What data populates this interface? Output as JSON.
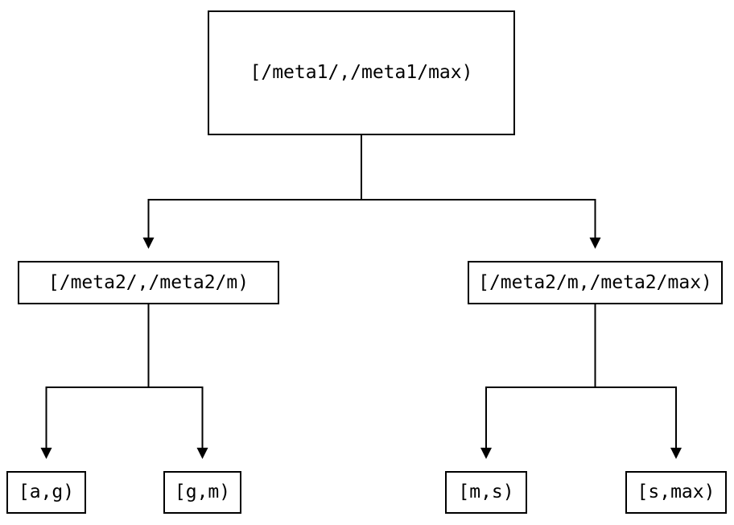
{
  "diagram": {
    "type": "tree",
    "background_color": "#ffffff",
    "line_color": "#000000",
    "box_fill_color": "#ffffff",
    "box_border_color": "#000000",
    "nodes": {
      "root": {
        "label": "[/meta1/,/meta1/max)"
      },
      "meta2_low": {
        "label": "[/meta2/,/meta2/m)"
      },
      "meta2_high": {
        "label": "[/meta2/m,/meta2/max)"
      },
      "leaf_a_g": {
        "label": "[a,g)"
      },
      "leaf_g_m": {
        "label": "[g,m)"
      },
      "leaf_m_s": {
        "label": "[m,s)"
      },
      "leaf_s_max": {
        "label": "[s,max)"
      }
    },
    "edges": [
      {
        "from": "root",
        "to": "meta2_low"
      },
      {
        "from": "root",
        "to": "meta2_high"
      },
      {
        "from": "meta2_low",
        "to": "leaf_a_g"
      },
      {
        "from": "meta2_low",
        "to": "leaf_g_m"
      },
      {
        "from": "meta2_high",
        "to": "leaf_m_s"
      },
      {
        "from": "meta2_high",
        "to": "leaf_s_max"
      }
    ]
  }
}
